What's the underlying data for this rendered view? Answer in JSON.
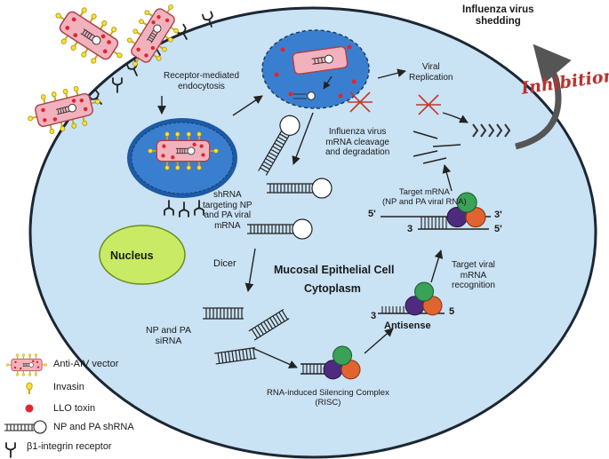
{
  "labels": {
    "shedding": "Influenza virus\nshedding",
    "inhibition": "Inhibition",
    "endocytosis": "Receptor-mediated\nendocytosis",
    "viral_replication": "Viral\nReplication",
    "cleavage": "Influenza virus\nmRNA cleavage\nand degradation",
    "shrna": "shRNA\ntargeting NP\nand PA viral\nmRNA",
    "target_mrna": "Target mRNA\n(NP and PA viral RNA)",
    "five_prime_top": "5'",
    "three_prime_right": "3'",
    "three_prime_left": "3",
    "five_prime_right": "5'",
    "nucleus": "Nucleus",
    "dicer": "Dicer",
    "cell": "Mucosal Epithelial Cell",
    "cytoplasm": "Cytoplasm",
    "target_recognition": "Target viral\nmRNA\nrecognition",
    "np_pa_sirna": "NP and PA\nsiRNA",
    "antisense_3": "3",
    "antisense_5": "5",
    "antisense": "Antisense",
    "risc": "RNA-induced   Silencing Complex\n(RISC)"
  },
  "legend": [
    {
      "icon": "anti-aiv-vector-icon",
      "label": "Anti-AIV vector"
    },
    {
      "icon": "invasin-icon",
      "label": "Invasin"
    },
    {
      "icon": "llo-toxin-icon",
      "label": "LLO toxin"
    },
    {
      "icon": "shrna-icon",
      "label": "NP and PA shRNA"
    },
    {
      "icon": "integrin-receptor-icon",
      "label": "β1-integrin receptor"
    }
  ],
  "colors": {
    "cell_fill": "#c9e2f4",
    "cell_border": "#1c2733",
    "endosome": "#3a7fcf",
    "vector_body": "#f2b2bd",
    "invasin": "#f6e13a",
    "llo": "#e0262d",
    "nucleus": "#c9ea64",
    "inhibition": "#b8322e",
    "risc_green": "#3aa257",
    "risc_purple": "#4e2b7f",
    "risc_orange": "#e0642f"
  }
}
